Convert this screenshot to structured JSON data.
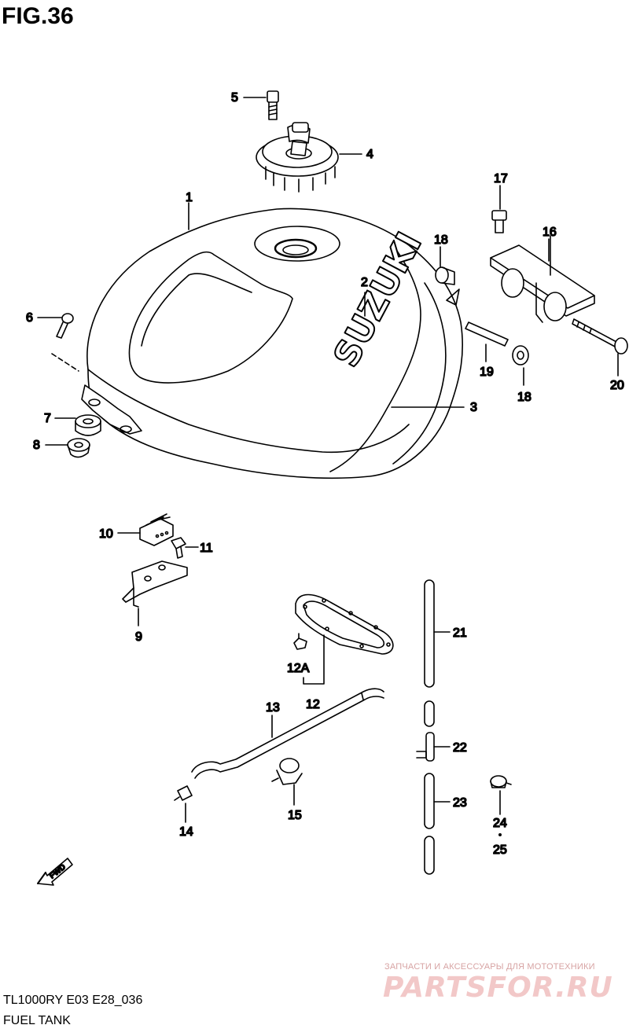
{
  "figure": {
    "title": "FIG.36",
    "model_code": "TL1000RY E03 E28_036",
    "section_name": "FUEL TANK"
  },
  "tank_brand": "SUZUKI",
  "direction_marker": "FWD",
  "watermark": {
    "subtitle": "ЗАПЧАСТИ И АКСЕССУАРЫ ДЛЯ МОТОТЕХНИКИ",
    "logo": "PARTSFOR.RU"
  },
  "callouts": {
    "c1": "1",
    "c2": "2",
    "c3": "3",
    "c4": "4",
    "c5": "5",
    "c6": "6",
    "c7": "7",
    "c8": "8",
    "c9": "9",
    "c10": "10",
    "c11": "11",
    "c12": "12",
    "c12a": "12A",
    "c13": "13",
    "c14": "14",
    "c15": "15",
    "c16": "16",
    "c17": "17",
    "c18a": "18",
    "c18b": "18",
    "c19": "19",
    "c20": "20",
    "c21": "21",
    "c22": "22",
    "c23": "23",
    "c24": "24",
    "c25": "25"
  }
}
